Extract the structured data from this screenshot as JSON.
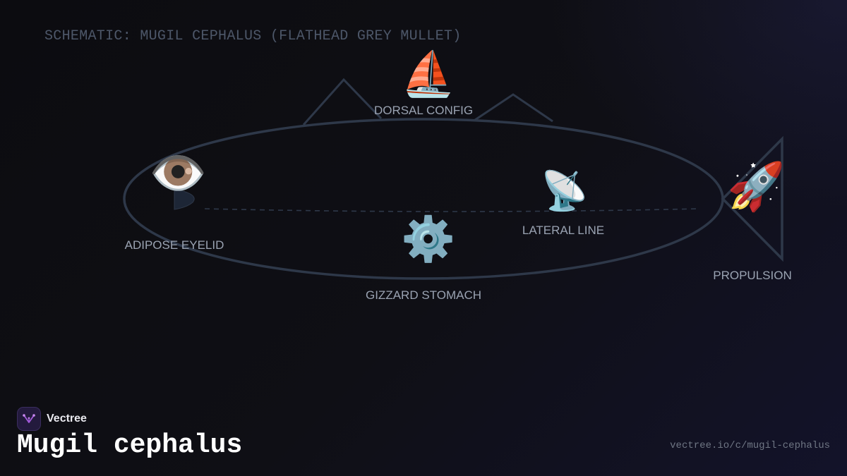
{
  "header": {
    "schematic_title": "SCHEMATIC: MUGIL CEPHALUS (FLATHEAD GREY MULLET)"
  },
  "diagram": {
    "parts": [
      {
        "id": "dorsal",
        "label": "DORSAL CONFIG",
        "icon": "sailboat-icon",
        "glyph": "⛵"
      },
      {
        "id": "eyelid",
        "label": "ADIPOSE EYELID",
        "icon": "eye-icon",
        "glyph": "👁️"
      },
      {
        "id": "lateral",
        "label": "LATERAL LINE",
        "icon": "satellite-dish-icon",
        "glyph": "📡"
      },
      {
        "id": "gizzard",
        "label": "GIZZARD STOMACH",
        "icon": "gear-icon",
        "glyph": "⚙️"
      },
      {
        "id": "propulsion",
        "label": "PROPULSION",
        "icon": "rocket-icon",
        "glyph": "🚀"
      }
    ]
  },
  "footer": {
    "brand_name": "Vectree",
    "title": "Mugil cephalus",
    "url": "vectree.io/c/mugil-cephalus"
  },
  "colors": {
    "outline": "#2e3849",
    "label": "#9aa3b2",
    "brand_accent": "#a45bdc"
  }
}
